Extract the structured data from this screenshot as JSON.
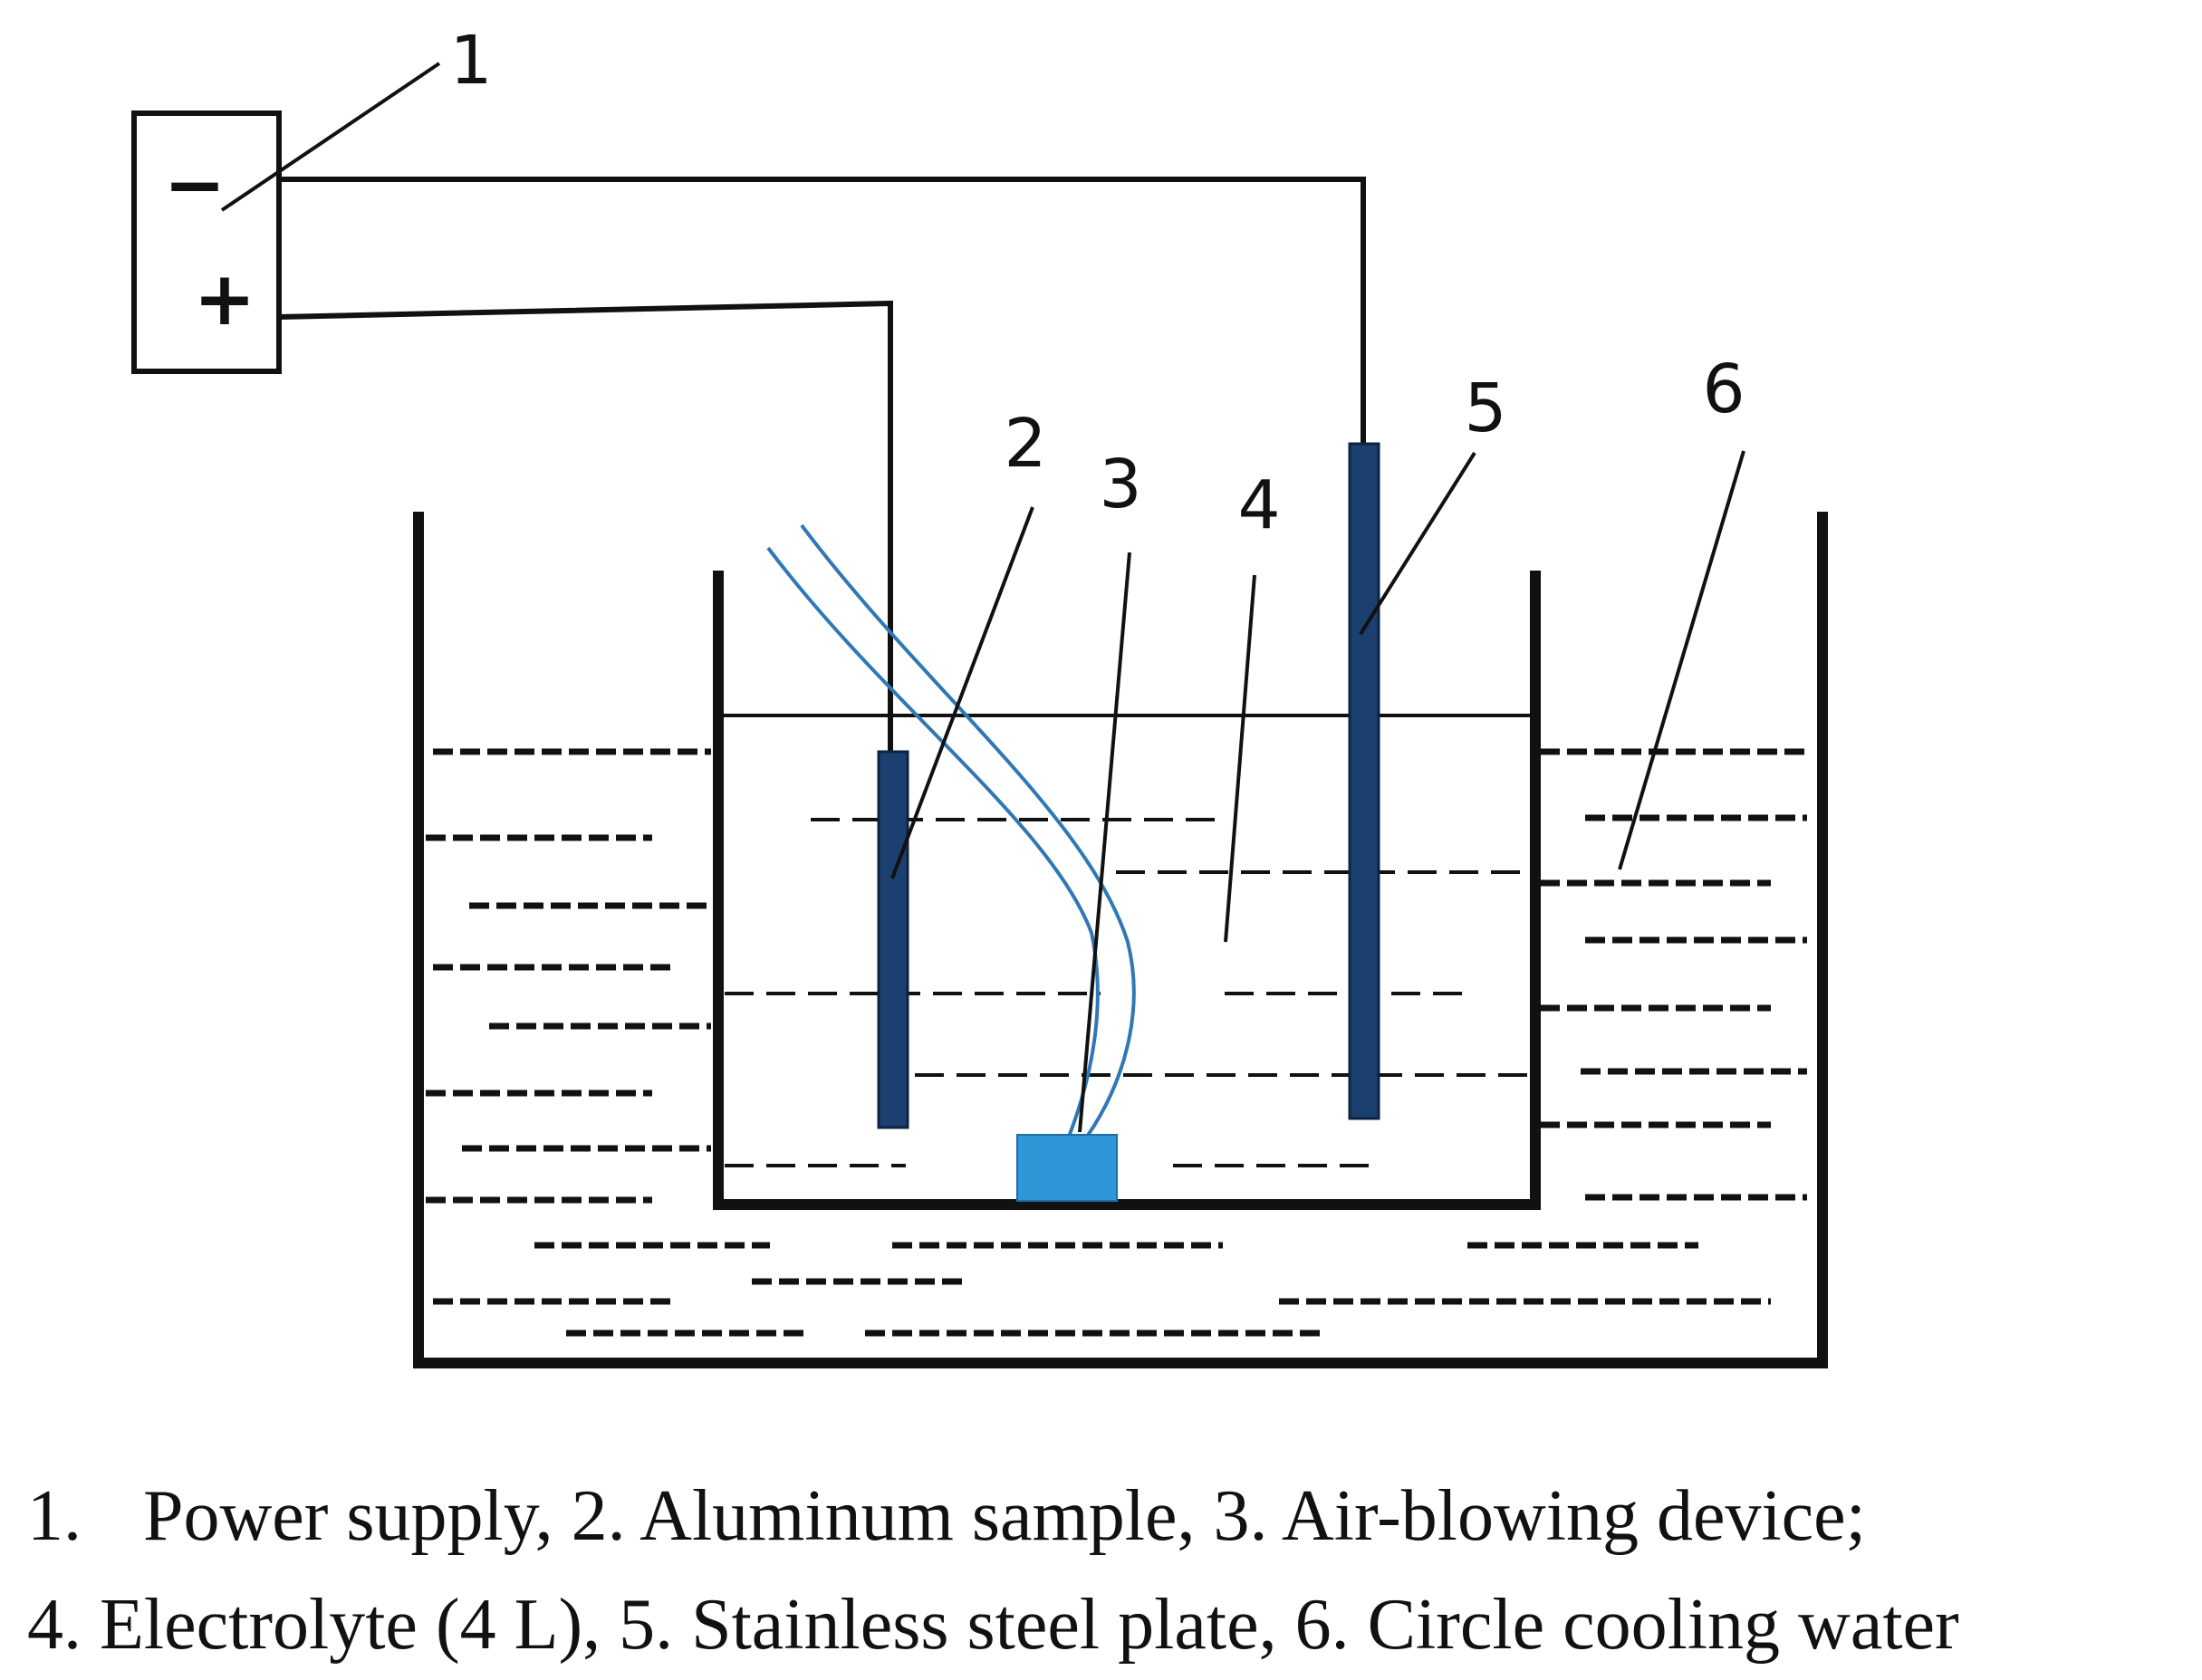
{
  "diagram": {
    "power_supply": {
      "negative_sign": "−",
      "positive_sign": "+"
    },
    "labels": [
      {
        "key": "power-supply",
        "text": "1"
      },
      {
        "key": "aluminum-sample",
        "text": "2"
      },
      {
        "key": "air-blowing-device",
        "text": "3"
      },
      {
        "key": "electrolyte",
        "text": "4"
      },
      {
        "key": "stainless-steel-plate",
        "text": "5"
      },
      {
        "key": "circle-cooling-water",
        "text": "6"
      }
    ],
    "colors": {
      "line": "#111111",
      "electrode": "#1b3f6e",
      "air_tube": "#2f78b5",
      "air_device": "#2e97d8"
    }
  },
  "caption": {
    "line1_number": "1.",
    "line1_text": "Power supply, 2. Aluminum sample, 3. Air-blowing device;",
    "line2_text": "4. Electrolyte (4 L), 5. Stainless steel plate, 6. Circle cooling water"
  }
}
